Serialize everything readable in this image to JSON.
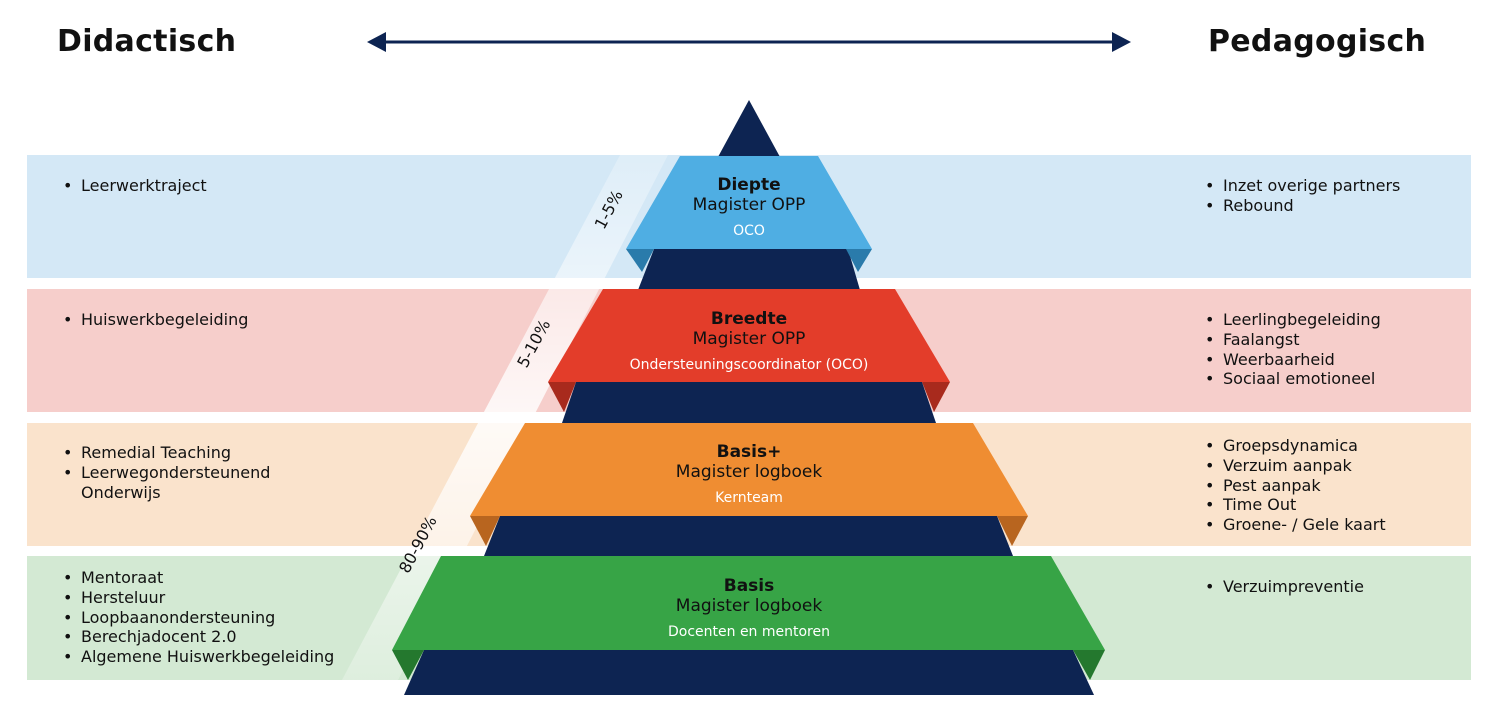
{
  "headings": {
    "left": "Didactisch",
    "right": "Pedagogisch"
  },
  "colors": {
    "navy": "#0d2452",
    "diepte": "#4faee3",
    "diepte_band": "#d4e8f6",
    "diepte_dark": "#2a7bab",
    "breedte": "#e33d2a",
    "breedte_band": "#f6cecb",
    "breedte_dark": "#a82a1d",
    "basisplus": "#ef8d32",
    "basisplus_band": "#fae3cc",
    "basisplus_dark": "#b8651f",
    "basis": "#37a446",
    "basis_band": "#d3e9d3",
    "basis_dark": "#24782e"
  },
  "tiers": [
    {
      "id": "diepte",
      "title": "Diepte",
      "system": "Magister OPP",
      "role": "OCO",
      "percentage": "1-5%",
      "left_items": [
        "Leerwerktraject"
      ],
      "right_items": [
        "Inzet overige partners",
        "Rebound"
      ]
    },
    {
      "id": "breedte",
      "title": "Breedte",
      "system": "Magister OPP",
      "role": "Ondersteuningscoordinator (OCO)",
      "percentage": "5-10%",
      "left_items": [
        "Huiswerkbegeleiding"
      ],
      "right_items": [
        "Leerlingbegeleiding",
        "Faalangst",
        "Weerbaarheid",
        "Sociaal emotioneel"
      ]
    },
    {
      "id": "basisplus",
      "title": "Basis+",
      "system": "Magister logboek",
      "role": "Kernteam",
      "percentage": "80-90%",
      "left_items": [
        "Remedial Teaching",
        "Leerwegondersteunend Onderwijs"
      ],
      "right_items": [
        "Groepsdynamica",
        "Verzuim aanpak",
        "Pest aanpak",
        "Time Out",
        "Groene- / Gele kaart"
      ]
    },
    {
      "id": "basis",
      "title": "Basis",
      "system": "Magister logboek",
      "role": "Docenten en mentoren",
      "percentage": "",
      "left_items": [
        "Mentoraat",
        "Hersteluur",
        "Loopbaanondersteuning",
        "Berechjadocent 2.0",
        "Algemene Huiswerkbegeleiding"
      ],
      "right_items": [
        "Verzuimpreventie"
      ]
    }
  ]
}
